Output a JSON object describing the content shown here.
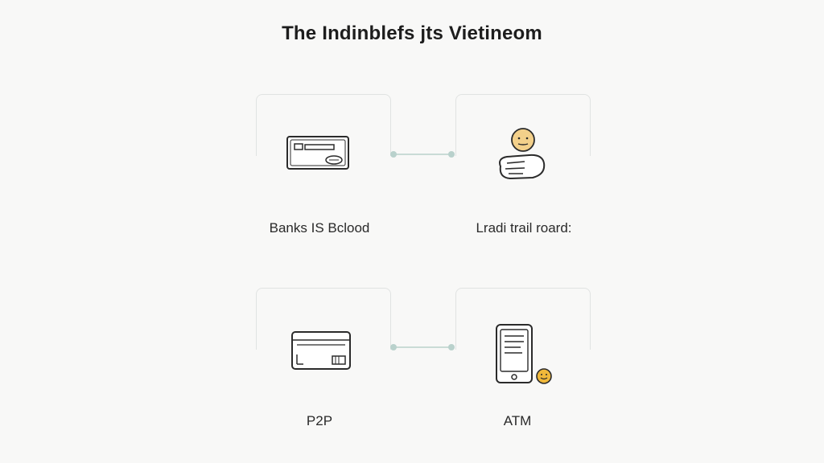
{
  "title": "The Indinblefs jts Vietineom",
  "nodes": [
    {
      "label": "Banks IS Bclood",
      "icon": "bank-card-icon"
    },
    {
      "label": "Lradi trail roard:",
      "icon": "hand-person-icon"
    },
    {
      "label": "P2P",
      "icon": "credit-card-icon"
    },
    {
      "label": "ATM",
      "icon": "mobile-phone-icon"
    }
  ],
  "colors": {
    "background": "#f8f8f7",
    "card_border": "#e0e3e2",
    "connector": "#b9d1cc",
    "accent": "#f0b83a",
    "stroke": "#2b2b2b"
  }
}
